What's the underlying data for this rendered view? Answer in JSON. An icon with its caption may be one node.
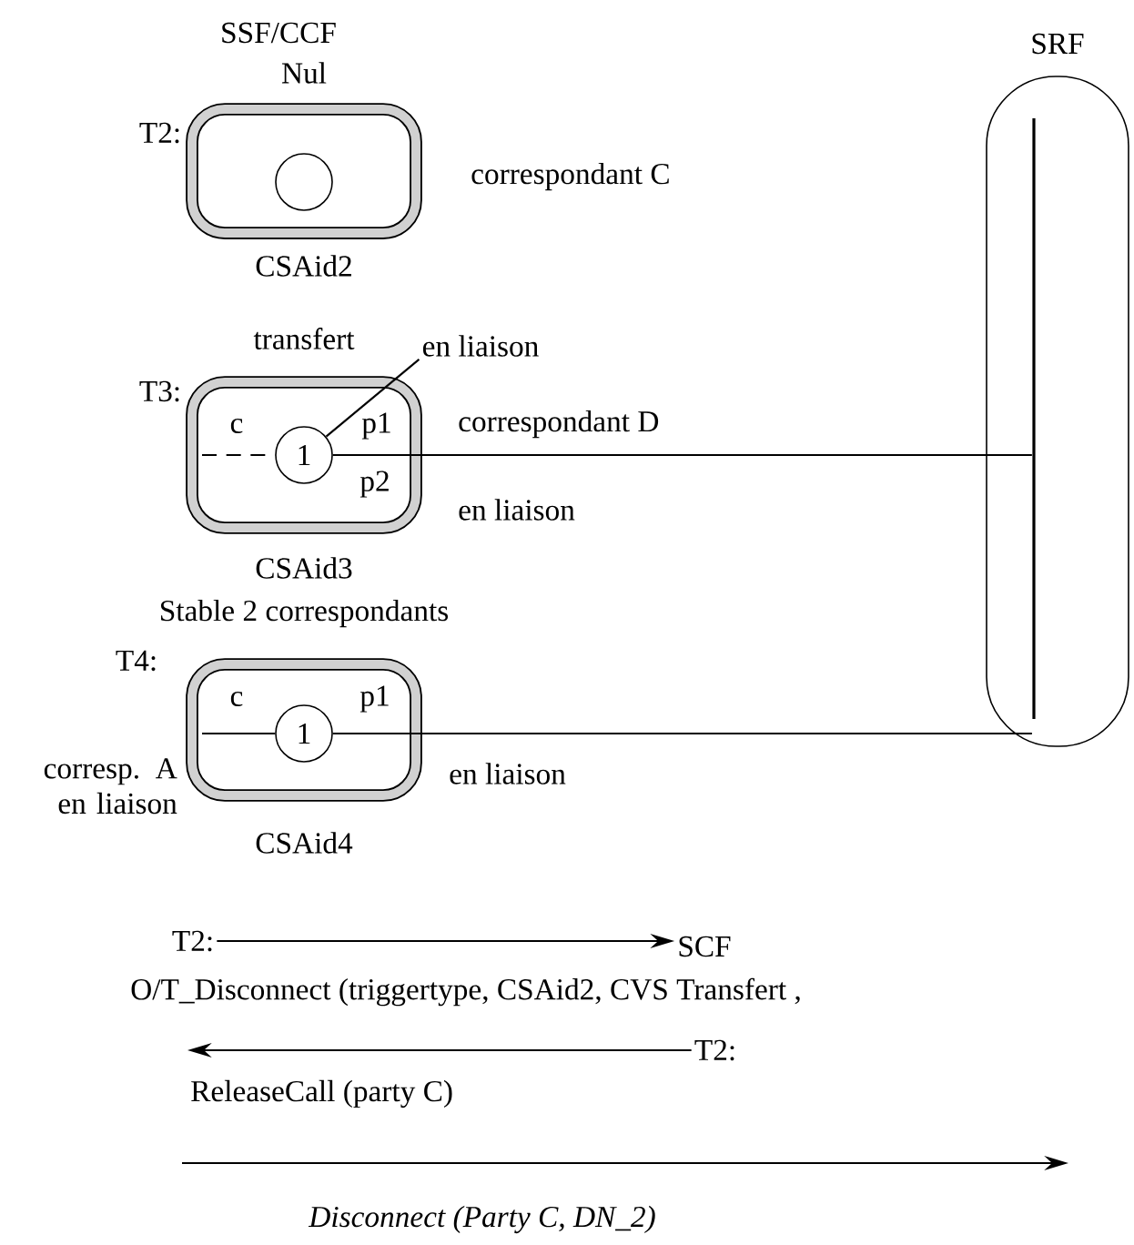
{
  "diagram": {
    "nodes": [
      {
        "text": [
          "Nul",
          "CSAid2"
        ]
      },
      {
        "text": [],
        "shape": "circle",
        "in": 0
      },
      {
        "text": [
          "transfert",
          "c",
          "p1",
          "p2",
          "CSAid3"
        ]
      },
      {
        "text": [
          "1"
        ],
        "in": 2
      },
      {
        "text": [
          "en liaison"
        ]
      },
      {
        "text": [
          "Stable 2 correspondants",
          "c",
          "p1",
          "CSAid4"
        ]
      },
      {
        "text": [
          "1"
        ],
        "in": 5
      },
      {
        "text": [
          "SRF"
        ]
      },
      {
        "text": [],
        "shape": "bar",
        "in": 7
      },
      {
        "text": [
          "T2:"
        ]
      },
      {
        "text": [
          "SCF"
        ]
      },
      {
        "text": [
          "T2:"
        ]
      }
    ],
    "edges": [
      {
        "from": 4,
        "to": 3,
        "arrow": "none"
      },
      {
        "from": null,
        "to": 3,
        "arrow": "none",
        "style": "dashed"
      },
      {
        "from": 3,
        "to": 8,
        "arrow": "none"
      },
      {
        "from": null,
        "to": 6,
        "arrow": "none"
      },
      {
        "from": 6,
        "to": 8,
        "arrow": "none"
      },
      {
        "from": 9,
        "to": 10,
        "arrow": "to",
        "label": "O/T_Disconnect (triggertype, CSAid2, CVS Transfert ,"
      },
      {
        "from": 11,
        "to": null,
        "arrow": "to",
        "label": "ReleaseCall (party C)"
      }
    ],
    "labels": [
      "SSF/CCF",
      "T2:",
      "correspondant C",
      "T3:",
      "correspondant D",
      "en liaison",
      "T4:",
      "corresp. A en liaison",
      "en liaison",
      "Disconnect (Party C, DN_2)"
    ]
  }
}
